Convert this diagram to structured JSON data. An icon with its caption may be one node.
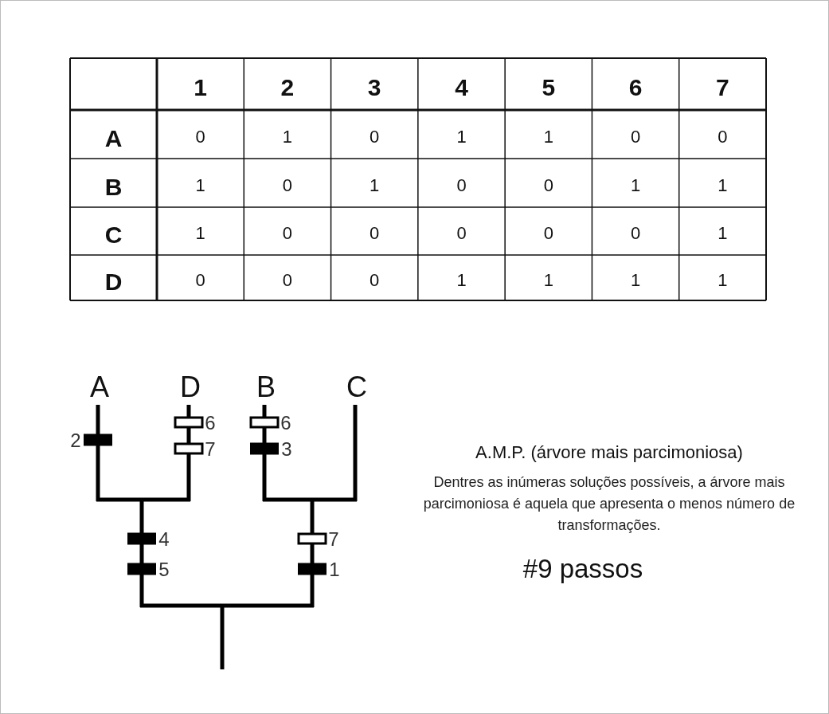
{
  "diagram": {
    "labels": [
      "1",
      "2",
      "3",
      "4",
      "5",
      "6",
      "7",
      "A",
      "0",
      "1",
      "0",
      "1",
      "1",
      "0",
      "0",
      "B",
      "1",
      "0",
      "1",
      "0",
      "0",
      "1",
      "1",
      "C",
      "1",
      "0",
      "0",
      "0",
      "0",
      "0",
      "1",
      "D",
      "0",
      "0",
      "0",
      "1",
      "1",
      "1",
      "1",
      "A",
      "D",
      "B",
      "C",
      "6",
      "6",
      "2",
      "7",
      "3",
      "4",
      "7",
      "5",
      "1",
      "A.M.P. (árvore mais parcimoniosa)",
      "Dentres as inúmeras soluções possíveis, a árvore mais parcimoniosa é aquela que apresenta o menos número de transformações.",
      "#9 passos"
    ]
  }
}
